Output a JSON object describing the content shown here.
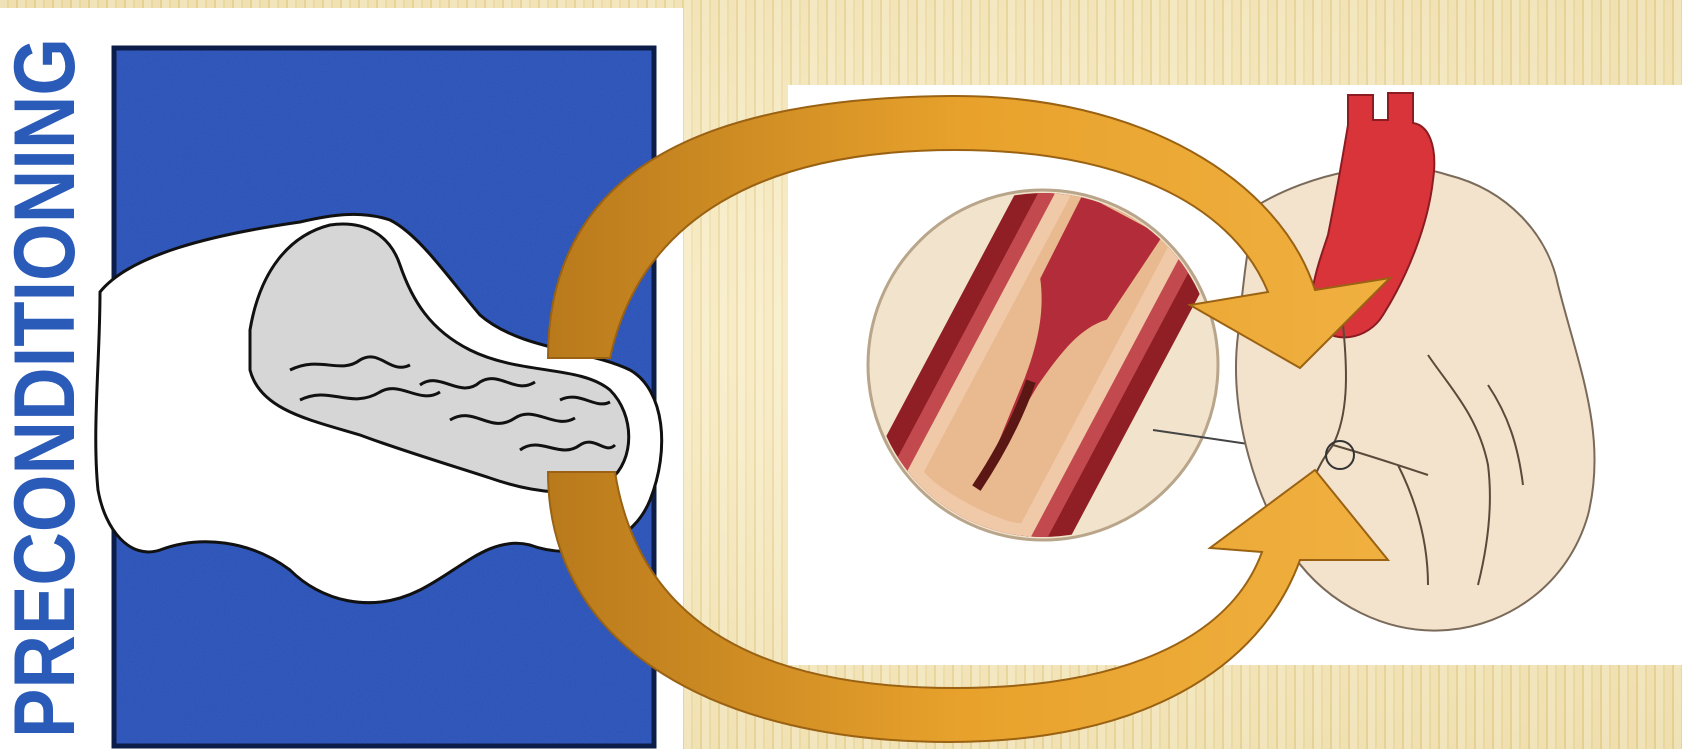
{
  "slide": {
    "title_vertical": "PRECONDITIONING",
    "colors": {
      "background_light": "#f8edc9",
      "background_stripe": "#e9d598",
      "panel_blue": "#2a4fb5",
      "label_blue": "#2b5bb8",
      "arrow_orange": "#e8a22c",
      "arrow_dark": "#b97a1c",
      "artery_red": "#9b2a2a",
      "heart_red": "#d8343a"
    },
    "left_image": {
      "subject": "mitochondrion-sketch"
    },
    "right_image": {
      "subject": "coronary-artery-plaque-and-heart"
    },
    "arrows": {
      "count": 2,
      "direction": "left-to-right-curved"
    }
  }
}
